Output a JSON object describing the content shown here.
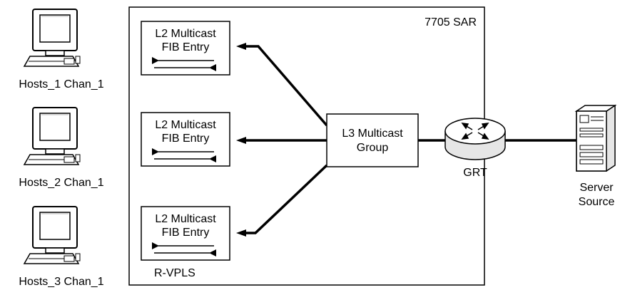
{
  "device": {
    "label": "7705 SAR"
  },
  "hosts": [
    {
      "label": "Hosts_1 Chan_1"
    },
    {
      "label": "Hosts_2 Chan_1"
    },
    {
      "label": "Hosts_3 Chan_1"
    }
  ],
  "fib_entries": [
    {
      "line1": "L2 Multicast",
      "line2": "FIB Entry"
    },
    {
      "line1": "L2 Multicast",
      "line2": "FIB Entry"
    },
    {
      "line1": "L2 Multicast",
      "line2": "FIB Entry"
    }
  ],
  "rvpls": {
    "label": "R-VPLS"
  },
  "l3_group": {
    "line1": "L3 Multicast",
    "line2": "Group"
  },
  "router": {
    "label": "GRT",
    "icon": "router-icon"
  },
  "server": {
    "line1": "Server",
    "line2": "Source",
    "icon": "server-icon"
  },
  "computer_icon": "computer-icon"
}
